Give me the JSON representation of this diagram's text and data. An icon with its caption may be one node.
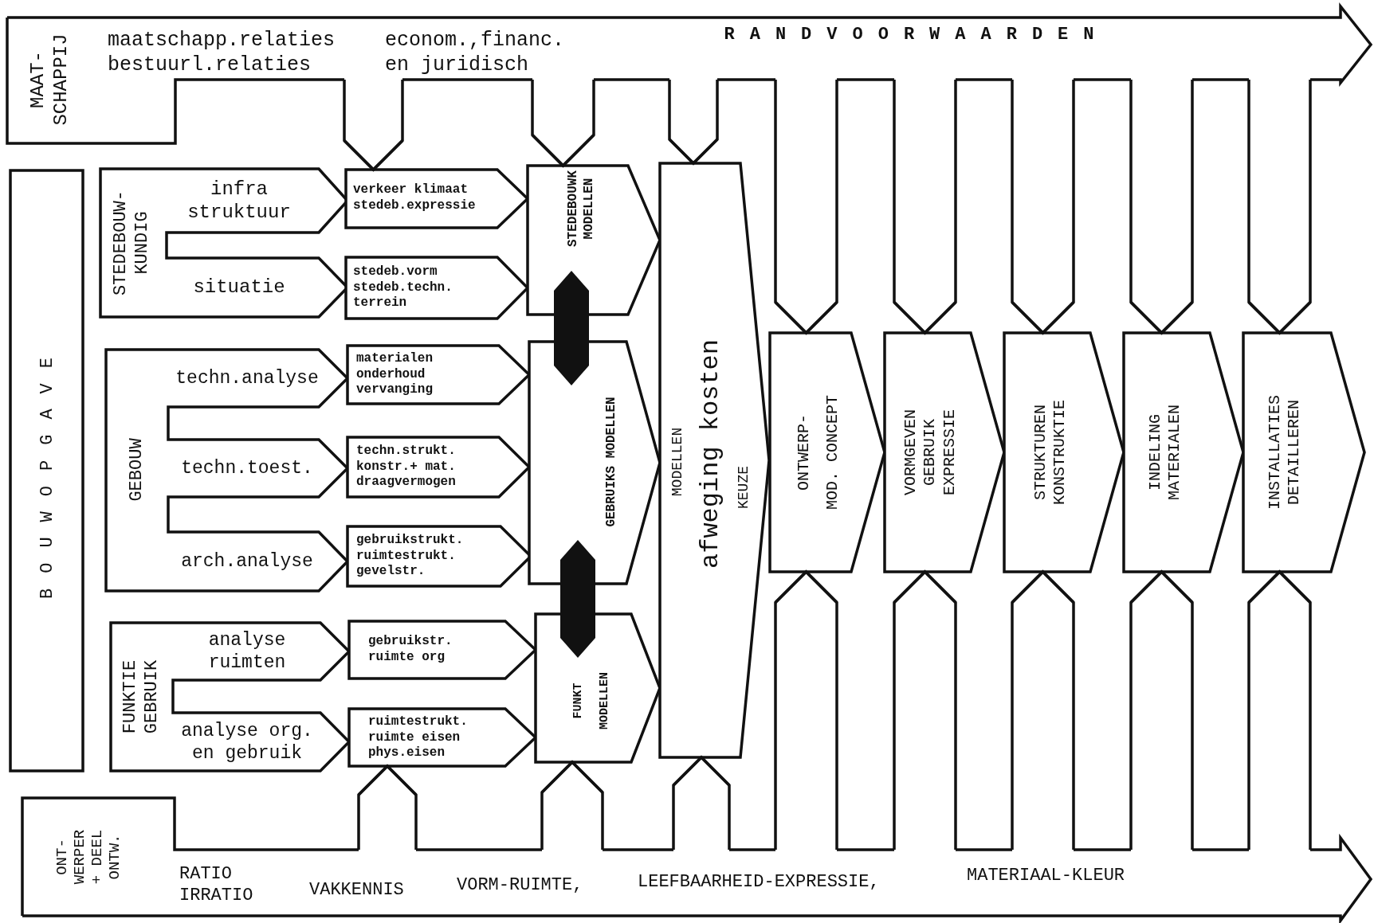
{
  "diagram": {
    "nodes": [
      {
        "text": [
          "MAAT- SCHAPPIJ",
          "maatschapp.relaties bestuurl.relaties",
          "econom.,financ. en juridisch",
          "RANDVOORWAARDEN"
        ]
      },
      {
        "text": [
          "BOUWOPGAVE"
        ]
      },
      {
        "text": [
          "STEDEBOUW- KUNDIG",
          "infra struktuur",
          "situatie"
        ]
      },
      {
        "text": [
          "verkeer klimaat stedeb.expressie"
        ]
      },
      {
        "text": [
          "stedeb.vorm stedeb.techn. terrein"
        ]
      },
      {
        "text": [
          "STEDEBOUWK MODELLEN"
        ]
      },
      {
        "text": [
          "GEBOUW",
          "techn.analyse",
          "techn.toest.",
          "arch.analyse"
        ]
      },
      {
        "text": [
          "materialen onderhoud vervanging"
        ]
      },
      {
        "text": [
          "techn.strukt. konstr.+ mat. draagvermogen"
        ]
      },
      {
        "text": [
          "gebruikstrukt. ruimtestrukt. gevelstr."
        ]
      },
      {
        "text": [
          "GEBRUIKS MODELLEN"
        ]
      },
      {
        "text": [
          "FUNKTIE GEBRUIK",
          "analyse ruimten",
          "analyse org. en gebruik"
        ]
      },
      {
        "text": [
          "gebruikstr. ruimte org"
        ]
      },
      {
        "text": [
          "ruimtestrukt. ruimte eisen phys.eisen"
        ]
      },
      {
        "text": [
          "FUNKT MODELLEN"
        ]
      },
      {
        "text": [
          "MODELLEN",
          "afweging kosten",
          "KEUZE"
        ]
      },
      {
        "text": [
          "ONTWERP- MOD. CONCEPT"
        ]
      },
      {
        "text": [
          "VORMGEVEN GEBRUIK EXPRESSIE"
        ]
      },
      {
        "text": [
          "STRUKTUREN KONSTRUKTIE"
        ]
      },
      {
        "text": [
          "INDELING MATERIALEN"
        ]
      },
      {
        "text": [
          "INSTALLATIES DETAILLEREN"
        ]
      },
      {
        "text": [
          "ONT- WERPER + DEEL ONTW.",
          "RATIO IRRATIO",
          "VAKKENNIS",
          "VORM-RUIMTE,",
          "LEEFBAARHEID-EXPRESSIE,",
          "MATERIAAL-KLEUR"
        ]
      }
    ],
    "edges": [
      {
        "from": 0,
        "to": 3,
        "arrow": "to"
      },
      {
        "from": 0,
        "to": 5,
        "arrow": "to"
      },
      {
        "from": 0,
        "to": 15,
        "arrow": "to"
      },
      {
        "from": 0,
        "to": 16,
        "arrow": "to"
      },
      {
        "from": 0,
        "to": 17,
        "arrow": "to"
      },
      {
        "from": 0,
        "to": 18,
        "arrow": "to"
      },
      {
        "from": 0,
        "to": 19,
        "arrow": "to"
      },
      {
        "from": 0,
        "to": 20,
        "arrow": "to"
      },
      {
        "from": 21,
        "to": 13,
        "arrow": "to"
      },
      {
        "from": 21,
        "to": 14,
        "arrow": "to"
      },
      {
        "from": 21,
        "to": 15,
        "arrow": "to"
      },
      {
        "from": 21,
        "to": 16,
        "arrow": "to"
      },
      {
        "from": 21,
        "to": 17,
        "arrow": "to"
      },
      {
        "from": 21,
        "to": 18,
        "arrow": "to"
      },
      {
        "from": 21,
        "to": 19,
        "arrow": "to"
      },
      {
        "from": 21,
        "to": 20,
        "arrow": "to"
      },
      {
        "from": 5,
        "to": 10,
        "arrow": "both",
        "style": "thick"
      },
      {
        "from": 10,
        "to": 14,
        "arrow": "both",
        "style": "thick"
      }
    ]
  }
}
